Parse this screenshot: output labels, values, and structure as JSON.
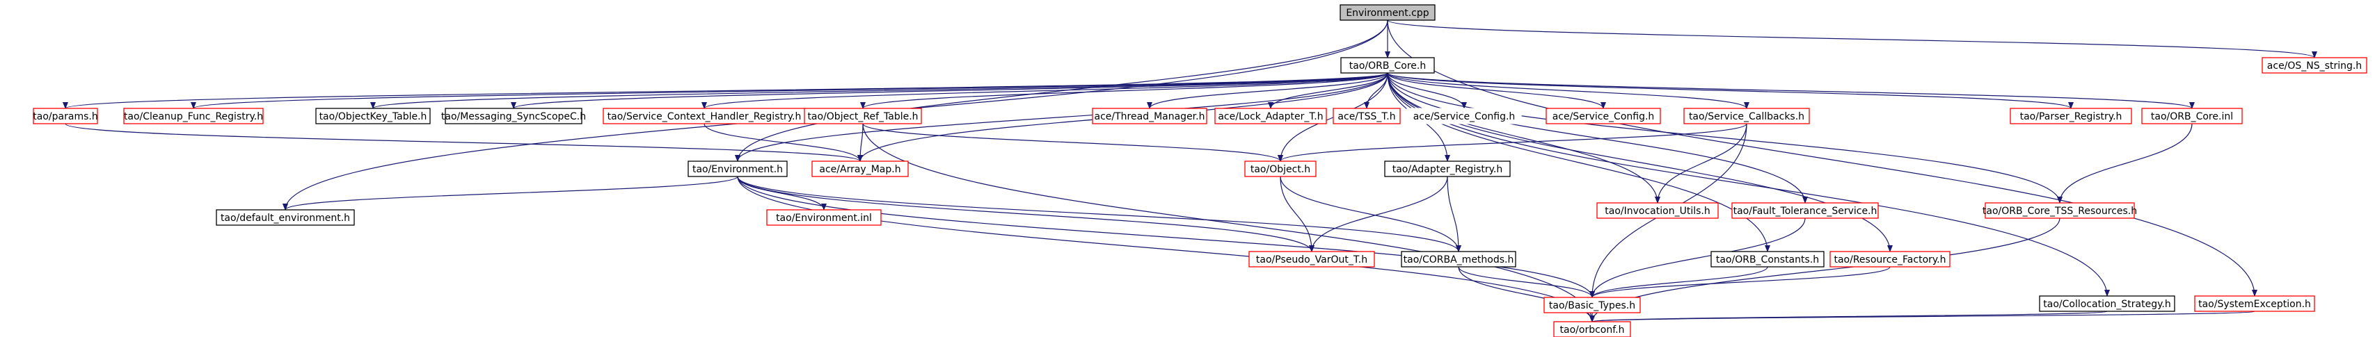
{
  "colors": {
    "edge": "#191970",
    "border_documented": "#000000",
    "border_external": "#ff0000",
    "fill_default": "#ffffff",
    "fill_root": "#bfbfbf",
    "text": "#000000"
  },
  "nodes": [
    {
      "id": "environment_cpp",
      "label": "Environment.cpp",
      "kind": "root"
    },
    {
      "id": "orb_core_h",
      "label": "tao/ORB_Core.h",
      "kind": "documented"
    },
    {
      "id": "ace_os_ns_string_h",
      "label": "ace/OS_NS_string.h",
      "kind": "external"
    },
    {
      "id": "params_h",
      "label": "tao/params.h",
      "kind": "external"
    },
    {
      "id": "cleanup_func_registry_h",
      "label": "tao/Cleanup_Func_Registry.h",
      "kind": "external"
    },
    {
      "id": "objectkey_table_h",
      "label": "tao/ObjectKey_Table.h",
      "kind": "documented"
    },
    {
      "id": "messaging_syncscopec_h",
      "label": "tao/Messaging_SyncScopeC.h",
      "kind": "documented"
    },
    {
      "id": "service_context_handler_registry_h",
      "label": "tao/Service_Context_Handler_Registry.h",
      "kind": "external"
    },
    {
      "id": "object_ref_table_h",
      "label": "tao/Object_Ref_Table.h",
      "kind": "external"
    },
    {
      "id": "thread_manager_h",
      "label": "ace/Thread_Manager.h",
      "kind": "external"
    },
    {
      "id": "lock_adapter_t_h",
      "label": "ace/Lock_Adapter_T.h",
      "kind": "external"
    },
    {
      "id": "tss_t_h",
      "label": "ace/TSS_T.h",
      "kind": "external"
    },
    {
      "id": "ace_service_config_h",
      "label": "ace/Service_Config.h",
      "kind": "plain"
    },
    {
      "id": "tao_service_config_h",
      "label": "ace/Service_Config.h",
      "kind": "external"
    },
    {
      "id": "service_callbacks_h",
      "label": "tao/Service_Callbacks.h",
      "kind": "external"
    },
    {
      "id": "parser_registry_h",
      "label": "tao/Parser_Registry.h",
      "kind": "external"
    },
    {
      "id": "orb_core_inl",
      "label": "tao/ORB_Core.inl",
      "kind": "external"
    },
    {
      "id": "array_map_h",
      "label": "ace/Array_Map.h",
      "kind": "external"
    },
    {
      "id": "environment_h",
      "label": "tao/Environment.h",
      "kind": "documented"
    },
    {
      "id": "object_h",
      "label": "tao/Object.h",
      "kind": "external"
    },
    {
      "id": "adapter_registry_h",
      "label": "tao/Adapter_Registry.h",
      "kind": "documented"
    },
    {
      "id": "invocation_utils_h",
      "label": "tao/Invocation_Utils.h",
      "kind": "external"
    },
    {
      "id": "fault_tolerance_service_h",
      "label": "tao/Fault_Tolerance_Service.h",
      "kind": "external"
    },
    {
      "id": "orb_core_tss_resources_h",
      "label": "tao/ORB_Core_TSS_Resources.h",
      "kind": "external"
    },
    {
      "id": "default_environment_h",
      "label": "tao/default_environment.h",
      "kind": "documented"
    },
    {
      "id": "environment_inl",
      "label": "tao/Environment.inl",
      "kind": "external"
    },
    {
      "id": "pseudo_varout_t_h",
      "label": "tao/Pseudo_VarOut_T.h",
      "kind": "external"
    },
    {
      "id": "corba_methods_h",
      "label": "tao/CORBA_methods.h",
      "kind": "documented"
    },
    {
      "id": "orb_constants_h",
      "label": "tao/ORB_Constants.h",
      "kind": "documented"
    },
    {
      "id": "resource_factory_h",
      "label": "tao/Resource_Factory.h",
      "kind": "external"
    },
    {
      "id": "basic_types_h",
      "label": "tao/Basic_Types.h",
      "kind": "external"
    },
    {
      "id": "collocation_strategy_h",
      "label": "tao/Collocation_Strategy.h",
      "kind": "documented"
    },
    {
      "id": "systemexception_h",
      "label": "tao/SystemException.h",
      "kind": "external"
    },
    {
      "id": "orbconf_h",
      "label": "tao/orbconf.h",
      "kind": "external"
    }
  ],
  "edges": [
    [
      "environment_cpp",
      "orb_core_h"
    ],
    [
      "environment_cpp",
      "ace_os_ns_string_h"
    ],
    [
      "environment_cpp",
      "environment_h"
    ],
    [
      "environment_cpp",
      "default_environment_h"
    ],
    [
      "environment_cpp",
      "systemexception_h"
    ],
    [
      "orb_core_h",
      "params_h"
    ],
    [
      "orb_core_h",
      "cleanup_func_registry_h"
    ],
    [
      "orb_core_h",
      "objectkey_table_h"
    ],
    [
      "orb_core_h",
      "messaging_syncscopec_h"
    ],
    [
      "orb_core_h",
      "service_context_handler_registry_h"
    ],
    [
      "orb_core_h",
      "object_ref_table_h"
    ],
    [
      "orb_core_h",
      "thread_manager_h"
    ],
    [
      "orb_core_h",
      "lock_adapter_t_h"
    ],
    [
      "orb_core_h",
      "tss_t_h"
    ],
    [
      "orb_core_h",
      "ace_service_config_h"
    ],
    [
      "orb_core_h",
      "tao_service_config_h"
    ],
    [
      "orb_core_h",
      "service_callbacks_h"
    ],
    [
      "orb_core_h",
      "parser_registry_h"
    ],
    [
      "orb_core_h",
      "orb_core_inl"
    ],
    [
      "orb_core_h",
      "orb_core_tss_resources_h"
    ],
    [
      "orb_core_h",
      "environment_h"
    ],
    [
      "orb_core_h",
      "array_map_h"
    ],
    [
      "orb_core_h",
      "object_h"
    ],
    [
      "orb_core_h",
      "adapter_registry_h"
    ],
    [
      "orb_core_h",
      "invocation_utils_h"
    ],
    [
      "orb_core_h",
      "fault_tolerance_service_h"
    ],
    [
      "orb_core_h",
      "orb_constants_h"
    ],
    [
      "orb_core_h",
      "resource_factory_h"
    ],
    [
      "orb_core_h",
      "collocation_strategy_h"
    ],
    [
      "params_h",
      "array_map_h"
    ],
    [
      "service_context_handler_registry_h",
      "array_map_h"
    ],
    [
      "object_ref_table_h",
      "array_map_h"
    ],
    [
      "object_ref_table_h",
      "object_h"
    ],
    [
      "object_ref_table_h",
      "orbconf_h"
    ],
    [
      "service_callbacks_h",
      "object_h"
    ],
    [
      "service_callbacks_h",
      "invocation_utils_h"
    ],
    [
      "service_callbacks_h",
      "basic_types_h"
    ],
    [
      "orb_core_inl",
      "orb_core_tss_resources_h"
    ],
    [
      "orb_core_tss_resources_h",
      "orbconf_h"
    ],
    [
      "environment_h",
      "default_environment_h"
    ],
    [
      "environment_h",
      "environment_inl"
    ],
    [
      "environment_h",
      "pseudo_varout_t_h"
    ],
    [
      "environment_h",
      "corba_methods_h"
    ],
    [
      "environment_h",
      "basic_types_h"
    ],
    [
      "environment_h",
      "orbconf_h"
    ],
    [
      "object_h",
      "pseudo_varout_t_h"
    ],
    [
      "object_h",
      "corba_methods_h"
    ],
    [
      "adapter_registry_h",
      "pseudo_varout_t_h"
    ],
    [
      "adapter_registry_h",
      "corba_methods_h"
    ],
    [
      "corba_methods_h",
      "basic_types_h"
    ],
    [
      "corba_methods_h",
      "orbconf_h"
    ],
    [
      "fault_tolerance_service_h",
      "basic_types_h"
    ],
    [
      "orb_constants_h",
      "basic_types_h"
    ],
    [
      "resource_factory_h",
      "basic_types_h"
    ],
    [
      "basic_types_h",
      "orbconf_h"
    ],
    [
      "collocation_strategy_h",
      "orbconf_h"
    ],
    [
      "systemexception_h",
      "orbconf_h"
    ]
  ]
}
